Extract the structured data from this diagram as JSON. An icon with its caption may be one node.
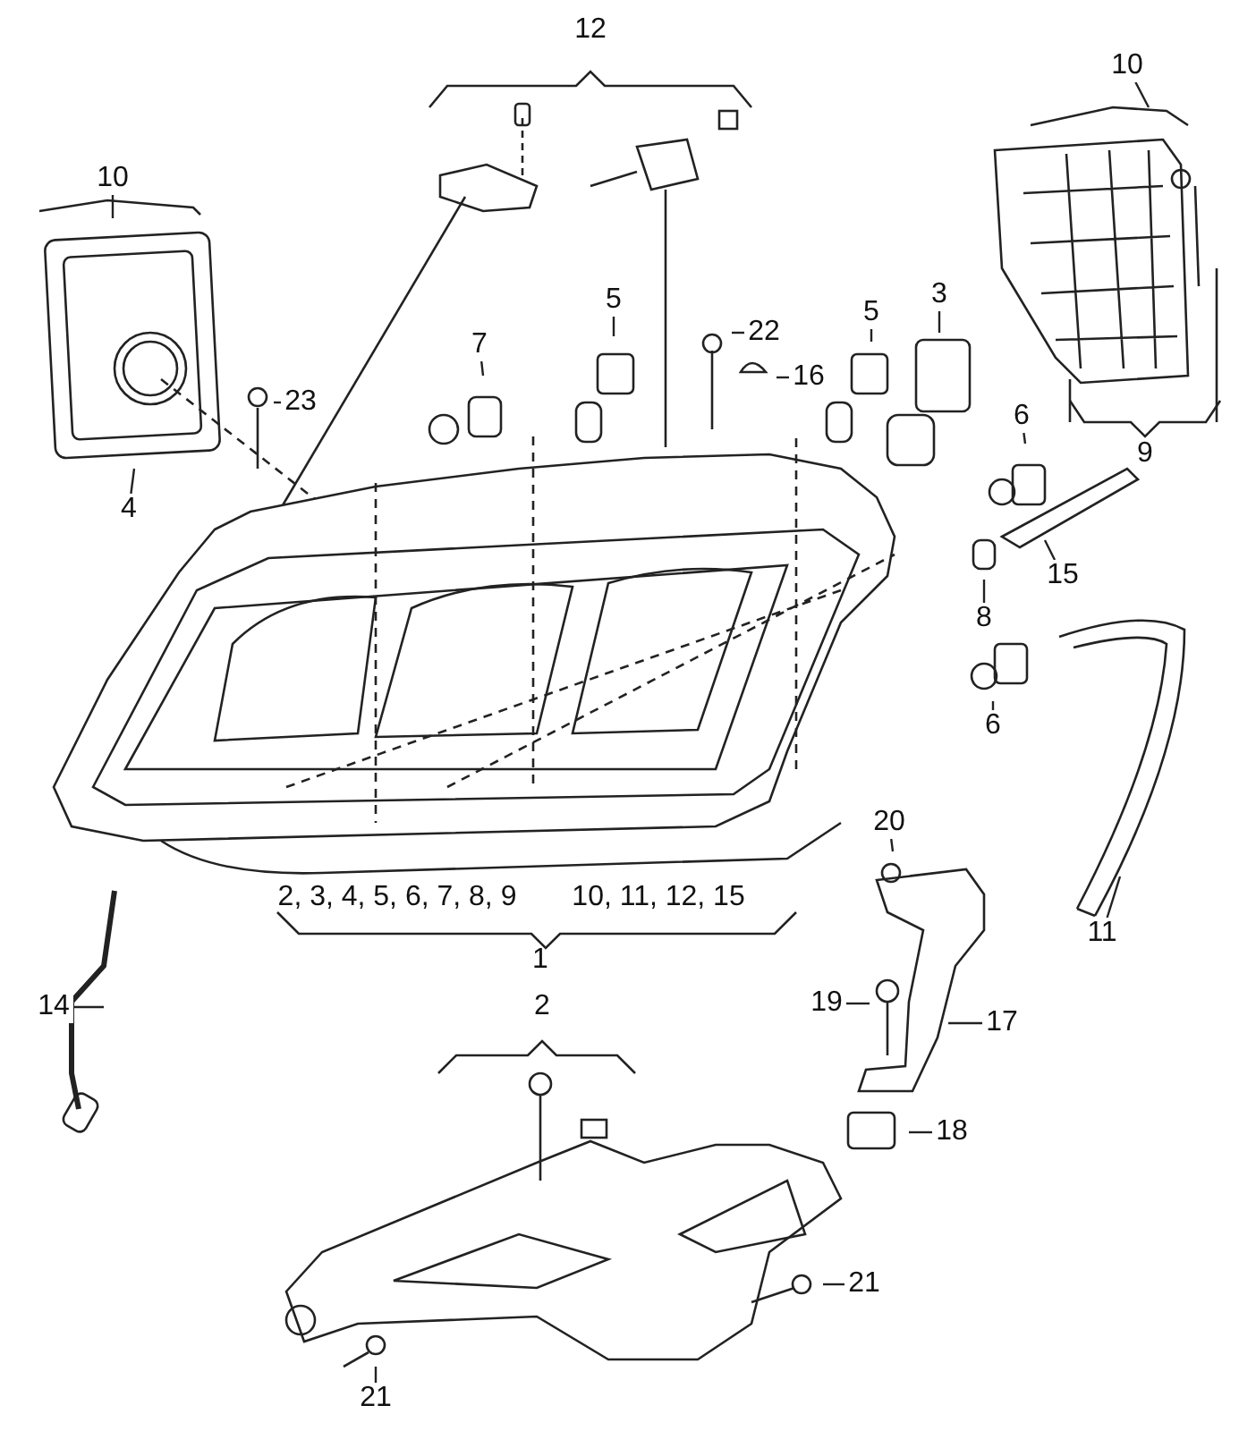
{
  "diagram": {
    "nodes": [
      {
        "text": [
          "10"
        ]
      },
      {
        "text": [
          "10"
        ]
      },
      {
        "text": [
          "5"
        ]
      },
      {
        "text": [
          "22"
        ]
      },
      {
        "text": [
          "5"
        ]
      },
      {
        "text": [
          "3"
        ]
      },
      {
        "text": [
          "16"
        ]
      },
      {
        "text": [
          "7"
        ]
      },
      {
        "text": [
          "23"
        ]
      },
      {
        "text": [
          "6"
        ]
      },
      {
        "text": [
          "4"
        ]
      },
      {
        "text": [
          "15"
        ]
      },
      {
        "text": [
          "8"
        ]
      },
      {
        "text": [
          "6"
        ]
      },
      {
        "text": [
          "20"
        ]
      },
      {
        "text": [
          "11"
        ]
      },
      {
        "text": [
          "14"
        ]
      },
      {
        "text": [
          "19"
        ]
      },
      {
        "text": [
          "17"
        ]
      },
      {
        "text": [
          "18"
        ]
      },
      {
        "text": [
          "21"
        ]
      },
      {
        "text": [
          "21"
        ]
      }
    ],
    "edges": [
      {
        "from": 0,
        "to": null,
        "arrow": "none"
      },
      {
        "from": 1,
        "to": null,
        "arrow": "none"
      },
      {
        "from": 2,
        "to": null,
        "arrow": "none"
      },
      {
        "from": 3,
        "to": null,
        "arrow": "none"
      },
      {
        "from": 4,
        "to": null,
        "arrow": "none"
      },
      {
        "from": 5,
        "to": null,
        "arrow": "none"
      },
      {
        "from": 6,
        "to": null,
        "arrow": "none"
      },
      {
        "from": 7,
        "to": null,
        "arrow": "none"
      },
      {
        "from": 8,
        "to": null,
        "arrow": "none"
      },
      {
        "from": 9,
        "to": null,
        "arrow": "none"
      },
      {
        "from": 10,
        "to": null,
        "arrow": "none"
      },
      {
        "from": 11,
        "to": null,
        "arrow": "none"
      },
      {
        "from": 12,
        "to": null,
        "arrow": "none"
      },
      {
        "from": 13,
        "to": null,
        "arrow": "none"
      },
      {
        "from": 14,
        "to": null,
        "arrow": "none"
      },
      {
        "from": 15,
        "to": null,
        "arrow": "none"
      },
      {
        "from": 16,
        "to": null,
        "arrow": "none"
      },
      {
        "from": 17,
        "to": null,
        "arrow": "none"
      },
      {
        "from": 18,
        "to": null,
        "arrow": "none"
      },
      {
        "from": 19,
        "to": null,
        "arrow": "none"
      },
      {
        "from": 20,
        "to": null,
        "arrow": "none"
      },
      {
        "from": 21,
        "to": null,
        "arrow": "none"
      }
    ],
    "labels": [
      "12",
      "9",
      "2, 3, 4, 5, 6, 7, 8, 9",
      "10, 11, 12, 15",
      "1",
      "2"
    ]
  }
}
